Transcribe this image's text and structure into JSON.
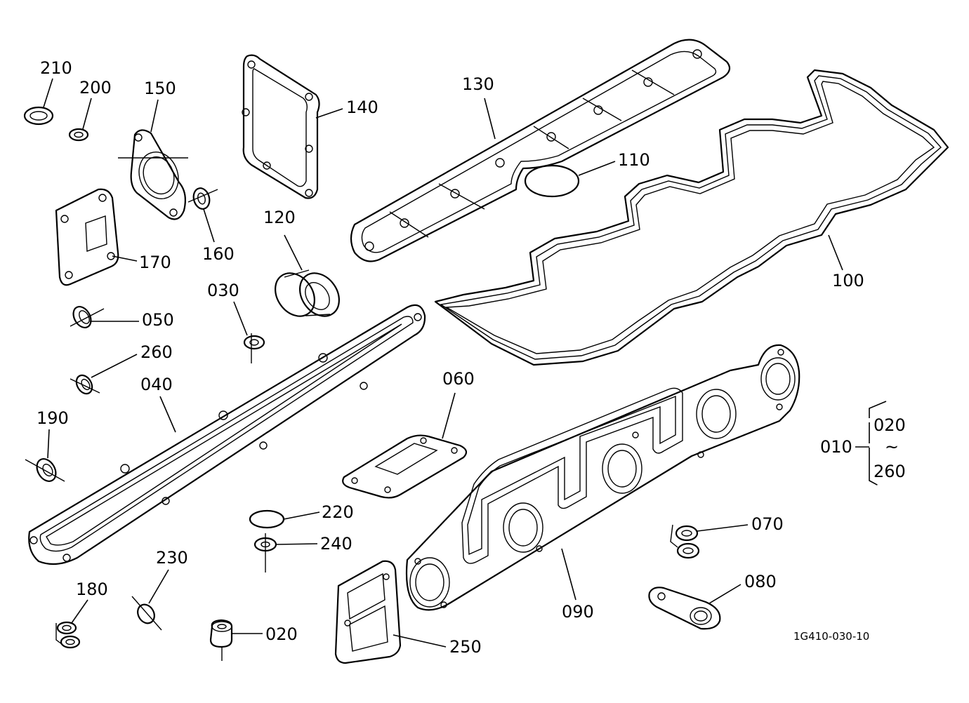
{
  "labels": {
    "p010": "010",
    "p020a": "020",
    "p020b": "020",
    "p030": "030",
    "p040": "040",
    "p050": "050",
    "p060": "060",
    "p070": "070",
    "p080": "080",
    "p090": "090",
    "p100": "100",
    "p110": "110",
    "p120": "120",
    "p130": "130",
    "p140": "140",
    "p150": "150",
    "p160": "160",
    "p170": "170",
    "p180": "180",
    "p190": "190",
    "p200": "200",
    "p210": "210",
    "p220": "220",
    "p230": "230",
    "p240": "240",
    "p250": "250",
    "p260a": "260",
    "p260b": "260",
    "range_sep": "~"
  },
  "drawing_ref": "1G410-030-10"
}
